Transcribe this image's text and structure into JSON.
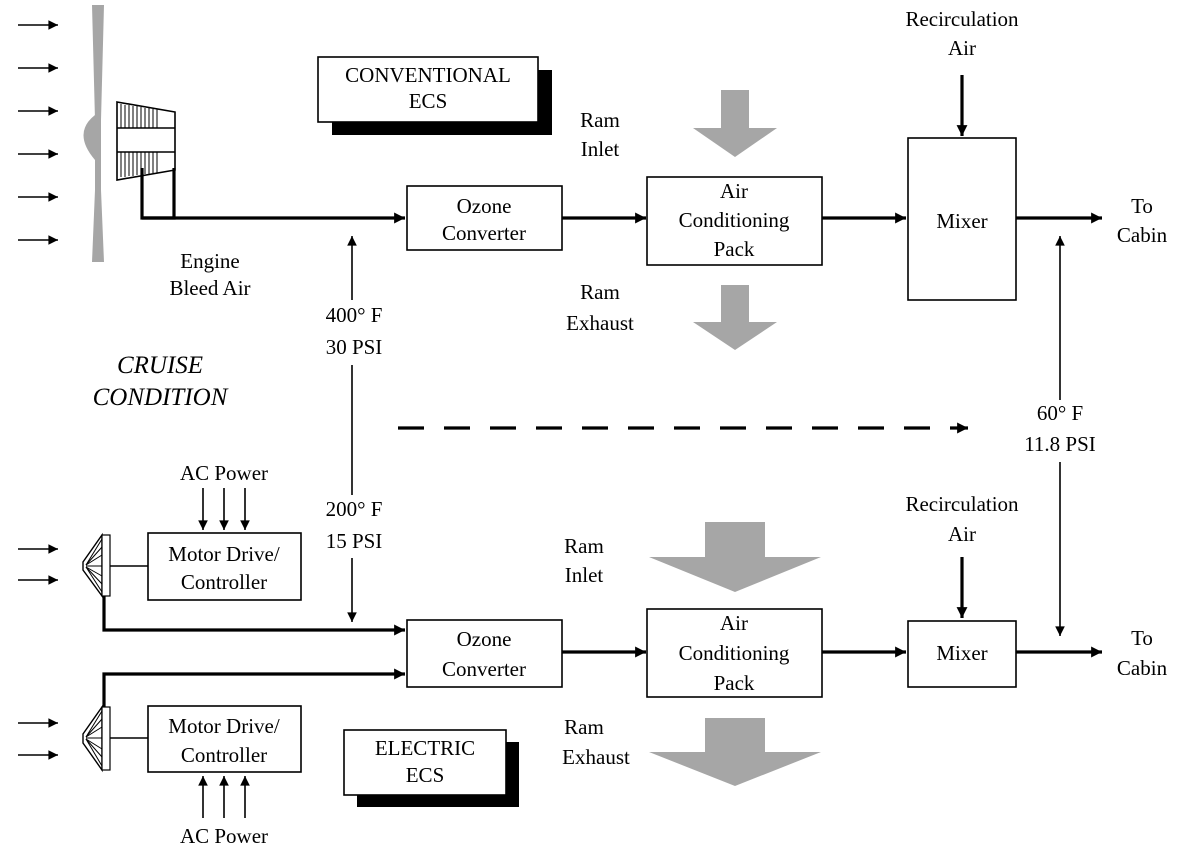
{
  "conventional": {
    "title_line1": "CONVENTIONAL",
    "title_line2": "ECS",
    "bleed_line1": "Engine",
    "bleed_line2": "Bleed Air",
    "ozone_line1": "Ozone",
    "ozone_line2": "Converter",
    "pack_line1": "Air",
    "pack_line2": "Conditioning",
    "pack_line3": "Pack",
    "mixer": "Mixer",
    "ram_inlet_line1": "Ram",
    "ram_inlet_line2": "Inlet",
    "ram_exhaust_line1": "Ram",
    "ram_exhaust_line2": "Exhaust",
    "recirc_line1": "Recirculation",
    "recirc_line2": "Air",
    "cabin_line1": "To",
    "cabin_line2": "Cabin"
  },
  "cruise": {
    "line1": "CRUISE",
    "line2": "CONDITION"
  },
  "bleed_conditions": {
    "temp": "400° F",
    "pressure": "30 PSI"
  },
  "electric_conditions": {
    "temp": "200° F",
    "pressure": "15 PSI"
  },
  "cabin_conditions": {
    "temp": "60° F",
    "pressure": "11.8 PSI"
  },
  "electric": {
    "title_line1": "ELECTRIC",
    "title_line2": "ECS",
    "ac_power_top": "AC Power",
    "ac_power_bottom": "AC Power",
    "motor1_line1": "Motor Drive/",
    "motor1_line2": "Controller",
    "motor2_line1": "Motor Drive/",
    "motor2_line2": "Controller",
    "ozone_line1": "Ozone",
    "ozone_line2": "Converter",
    "pack_line1": "Air",
    "pack_line2": "Conditioning",
    "pack_line3": "Pack",
    "mixer": "Mixer",
    "ram_inlet_line1": "Ram",
    "ram_inlet_line2": "Inlet",
    "ram_exhaust_line1": "Ram",
    "ram_exhaust_line2": "Exhaust",
    "recirc_line1": "Recirculation",
    "recirc_line2": "Air",
    "cabin_line1": "To",
    "cabin_line2": "Cabin"
  },
  "colors": {
    "ram_arrow": "#a6a6a6",
    "line": "#000000",
    "background": "#ffffff"
  }
}
